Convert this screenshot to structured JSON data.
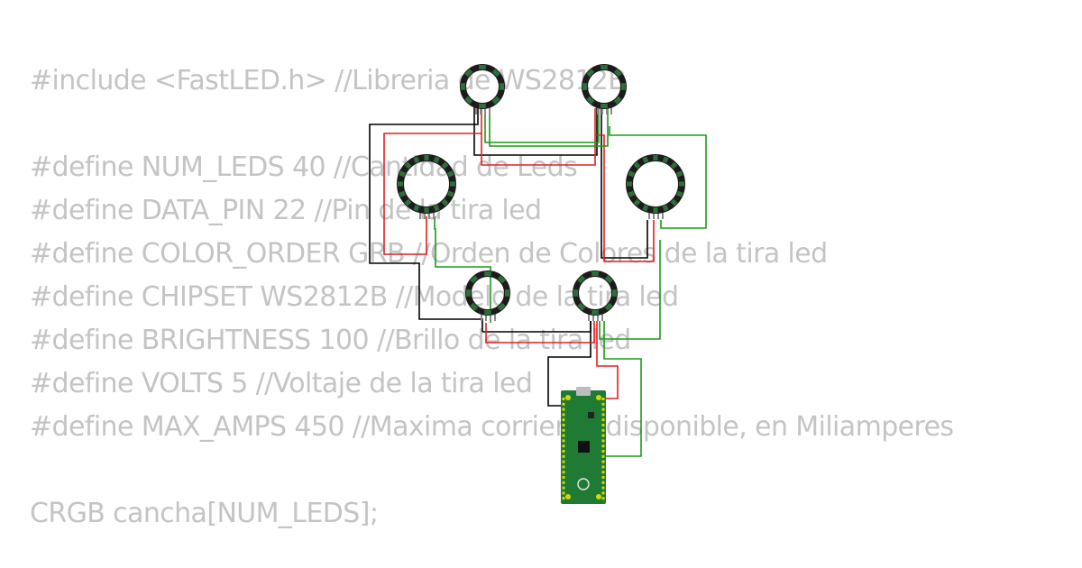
{
  "code_lines": [
    "#include <FastLED.h> //Libreria de WS2812B",
    "",
    "#define NUM_LEDS 40 //Cantidad de Leds",
    "#define DATA_PIN 22 //Pin de la tira led",
    "#define COLOR_ORDER GRB //Orden de Colores de la tira led",
    "#define CHIPSET WS2812B //Modelo de la tira led",
    "#define BRIGHTNESS 100 //Brillo de la tira led",
    "#define VOLTS 5 //Voltaje de la tira led",
    "#define MAX_AMPS 450 //Maxima corriente disponible, en Miliamperes",
    "",
    "CRGB cancha[NUM_LEDS];"
  ],
  "colors": {
    "code_text": "#c4c4c4",
    "wire_gnd": "#000000",
    "wire_vcc": "#e02020",
    "wire_data": "#1a9a1a",
    "ring_body": "#1c1c1c",
    "led_segment": "#2e6e3a",
    "board_pcb": "#1f7a33",
    "board_pad": "#d6d600"
  },
  "components": {
    "led_rings": [
      "ring-1",
      "ring-2",
      "ring-3",
      "ring-4",
      "ring-5",
      "ring-6"
    ],
    "board": "raspberry-pi-pico"
  }
}
